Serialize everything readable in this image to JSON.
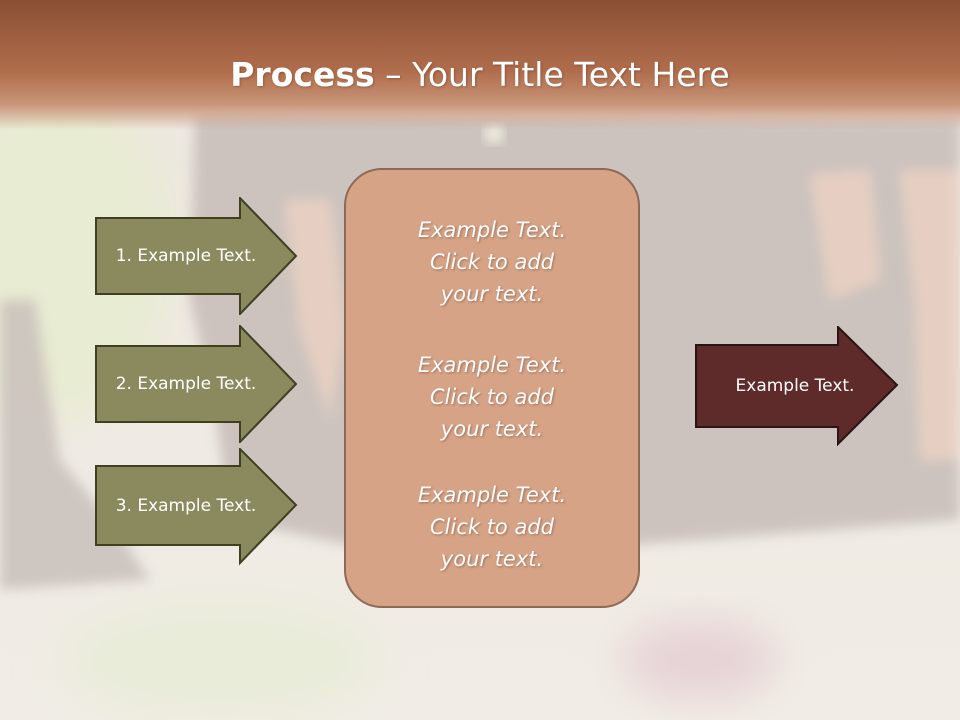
{
  "slide": {
    "title_bold": "Process",
    "title_rest": " – Your Title Text Here"
  },
  "steps": [
    {
      "label": "1. Example Text."
    },
    {
      "label": "2. Example Text."
    },
    {
      "label": "3. Example Text."
    }
  ],
  "center_box": {
    "blocks": [
      {
        "lines": [
          "Example Text.",
          "Click  to add",
          "your text."
        ]
      },
      {
        "lines": [
          "Example Text.",
          "Click  to add",
          "your text."
        ]
      },
      {
        "lines": [
          "Example Text.",
          "Click  to add",
          "your text."
        ]
      }
    ]
  },
  "output": {
    "label": "Example Text."
  },
  "colors": {
    "header": "#a5603f",
    "step_fill": "#8a8a5e",
    "step_border": "#3e4020",
    "center_fill": "#d7a386",
    "center_border": "#8e6a55",
    "output_fill": "#5e2a2a",
    "output_border": "#2a1414"
  }
}
